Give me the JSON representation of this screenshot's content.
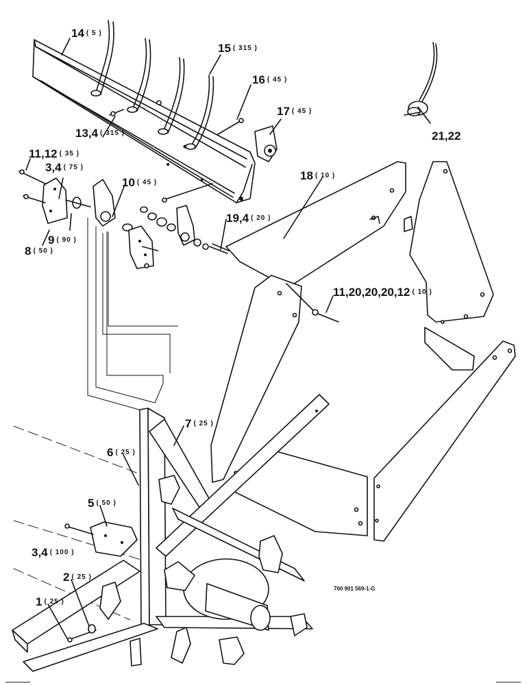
{
  "callouts": [
    {
      "id": "14",
      "label": "14",
      "qty": "( 5 )"
    },
    {
      "id": "15",
      "label": "15",
      "qty": "( 315 )"
    },
    {
      "id": "16",
      "label": "16",
      "qty": "( 45 )"
    },
    {
      "id": "17",
      "label": "17",
      "qty": "( 45 )"
    },
    {
      "id": "13",
      "label": "13,4",
      "qty": "( 315 )"
    },
    {
      "id": "11a",
      "label": "11,12",
      "qty": "( 35 )"
    },
    {
      "id": "3a",
      "label": "3,4",
      "qty": "( 75 )"
    },
    {
      "id": "10",
      "label": "10",
      "qty": "( 45 )"
    },
    {
      "id": "18",
      "label": "18",
      "qty": "( 10 )"
    },
    {
      "id": "9",
      "label": "9",
      "qty": "( 90 )"
    },
    {
      "id": "8",
      "label": "8",
      "qty": "( 50 )"
    },
    {
      "id": "19",
      "label": "19,4",
      "qty": "( 20 )"
    },
    {
      "id": "11b",
      "label": "11,20,20,20,12",
      "qty": "( 10 )"
    },
    {
      "id": "21",
      "label": "21,22",
      "qty": ""
    },
    {
      "id": "7",
      "label": "7",
      "qty": "( 25 )"
    },
    {
      "id": "6",
      "label": "6",
      "qty": "( 25 )"
    },
    {
      "id": "5",
      "label": "5",
      "qty": "( 50 )"
    },
    {
      "id": "3b",
      "label": "3,4",
      "qty": "( 100 )"
    },
    {
      "id": "2",
      "label": "2",
      "qty": "( 25 )"
    },
    {
      "id": "1",
      "label": "1",
      "qty": "( 25 )"
    }
  ],
  "drawing_ref": "700 901 569-1-G"
}
